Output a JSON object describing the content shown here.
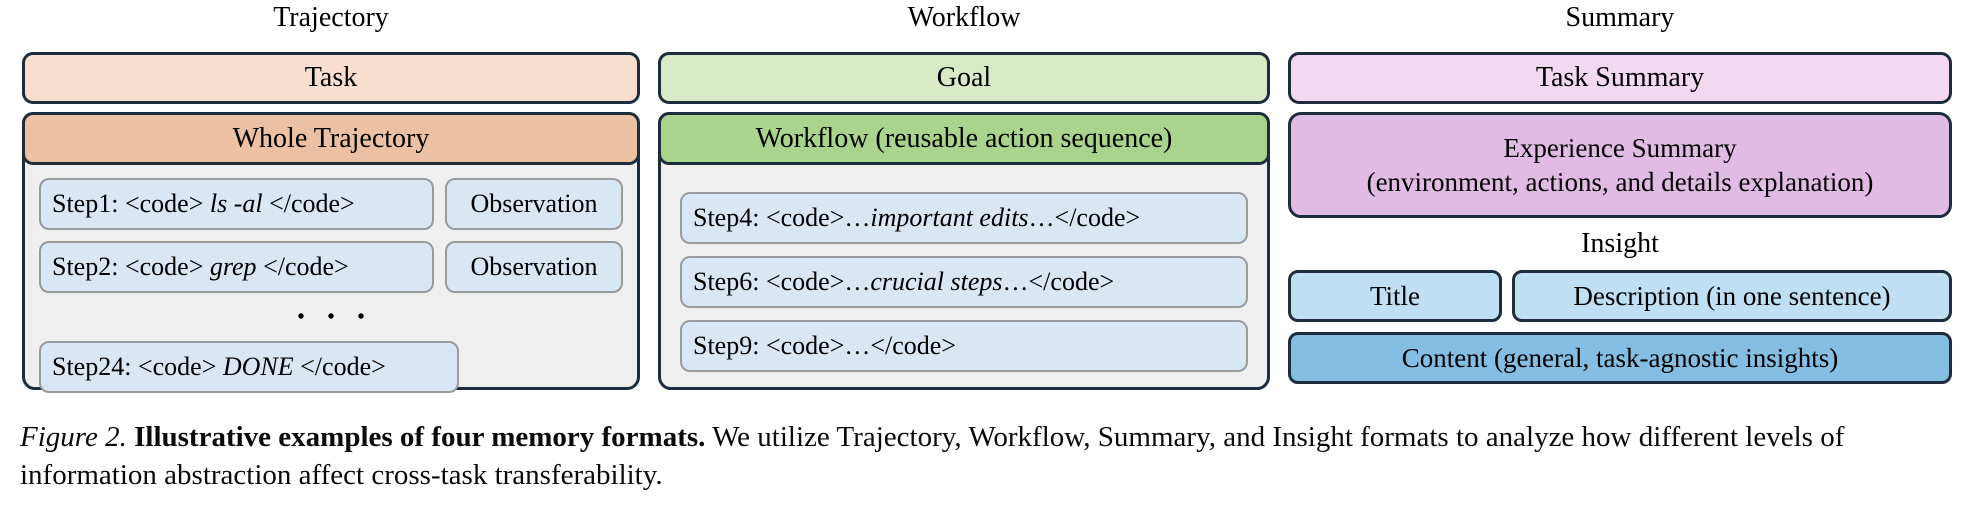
{
  "colors": {
    "border_dark": "#1e2d3d",
    "step_border_gray": "#9a9a9a",
    "panel_body_gray": "#efefef",
    "task_peach_light": "#f8decf",
    "trajectory_peach": "#ecc0a2",
    "goal_green_light": "#d9eac7",
    "workflow_green": "#aad38c",
    "task_summary_pink_light": "#f2d9f0",
    "experience_pink": "#e0bce4",
    "insight_blue_light": "#bfdff3",
    "content_blue": "#84bee2",
    "step_blue": "#d9e6f4"
  },
  "trajectory": {
    "title": "Trajectory",
    "task_label": "Task",
    "header": "Whole Trajectory",
    "ellipsis": "• • •",
    "steps": [
      {
        "prefix": "Step1: <code> ",
        "code": "ls -al",
        "suffix": " </code>",
        "observation": "Observation"
      },
      {
        "prefix": "Step2: <code> ",
        "code": "grep",
        "suffix": " </code>",
        "observation": "Observation"
      },
      {
        "prefix": "Step24: <code> ",
        "code": "DONE",
        "suffix": " </code>"
      }
    ]
  },
  "workflow": {
    "title": "Workflow",
    "goal_label": "Goal",
    "header": "Workflow (reusable action sequence)",
    "steps": [
      {
        "prefix": "Step4: <code>…",
        "code": "important edits",
        "suffix": "…</code>"
      },
      {
        "prefix": "Step6: <code>…",
        "code": "crucial steps",
        "suffix": "…</code>"
      },
      {
        "prefix": "Step9: <code>…</code>",
        "code": "",
        "suffix": ""
      }
    ]
  },
  "summary": {
    "title": "Summary",
    "task_summary_label": "Task Summary",
    "experience_line1": "Experience Summary",
    "experience_line2": "(environment, actions, and details explanation)",
    "insight_title": "Insight",
    "insight_title_box": "Title",
    "insight_description_box": "Description (in one sentence)",
    "insight_content_box": "Content (general, task-agnostic insights)"
  },
  "caption": {
    "figure_label": "Figure 2.",
    "bold_text": "Illustrative examples of four memory formats.",
    "body_text": "We utilize Trajectory, Workflow, Summary, and Insight formats to analyze how different levels of information abstraction affect cross-task transferability."
  }
}
